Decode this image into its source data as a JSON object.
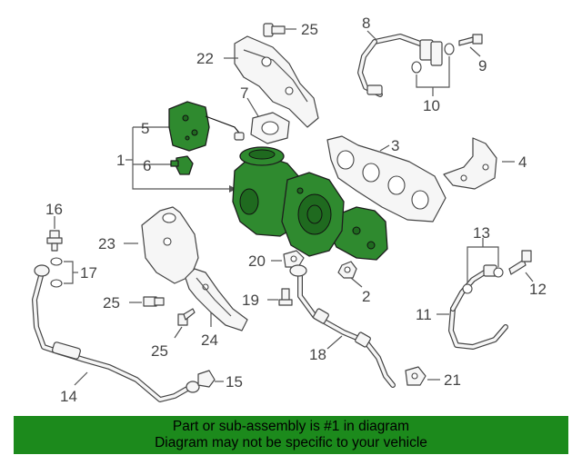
{
  "diagram": {
    "callouts": {
      "c1": "1",
      "c2": "2",
      "c3": "3",
      "c4": "4",
      "c5": "5",
      "c6": "6",
      "c7": "7",
      "c8": "8",
      "c9": "9",
      "c10": "10",
      "c11": "11",
      "c12": "12",
      "c13": "13",
      "c14": "14",
      "c15": "15",
      "c16": "16",
      "c17": "17",
      "c18": "18",
      "c19": "19",
      "c20": "20",
      "c21": "21",
      "c22": "22",
      "c23": "23",
      "c24": "24",
      "c25a": "25",
      "c25b": "25",
      "c25c": "25"
    },
    "colors": {
      "highlight": "#2f8a2f",
      "banner": "#1c8a1c",
      "line": "#444444"
    }
  },
  "banner": {
    "line1": "Part or sub-assembly is #1 in diagram",
    "line2": "Diagram may not be specific to your vehicle"
  }
}
